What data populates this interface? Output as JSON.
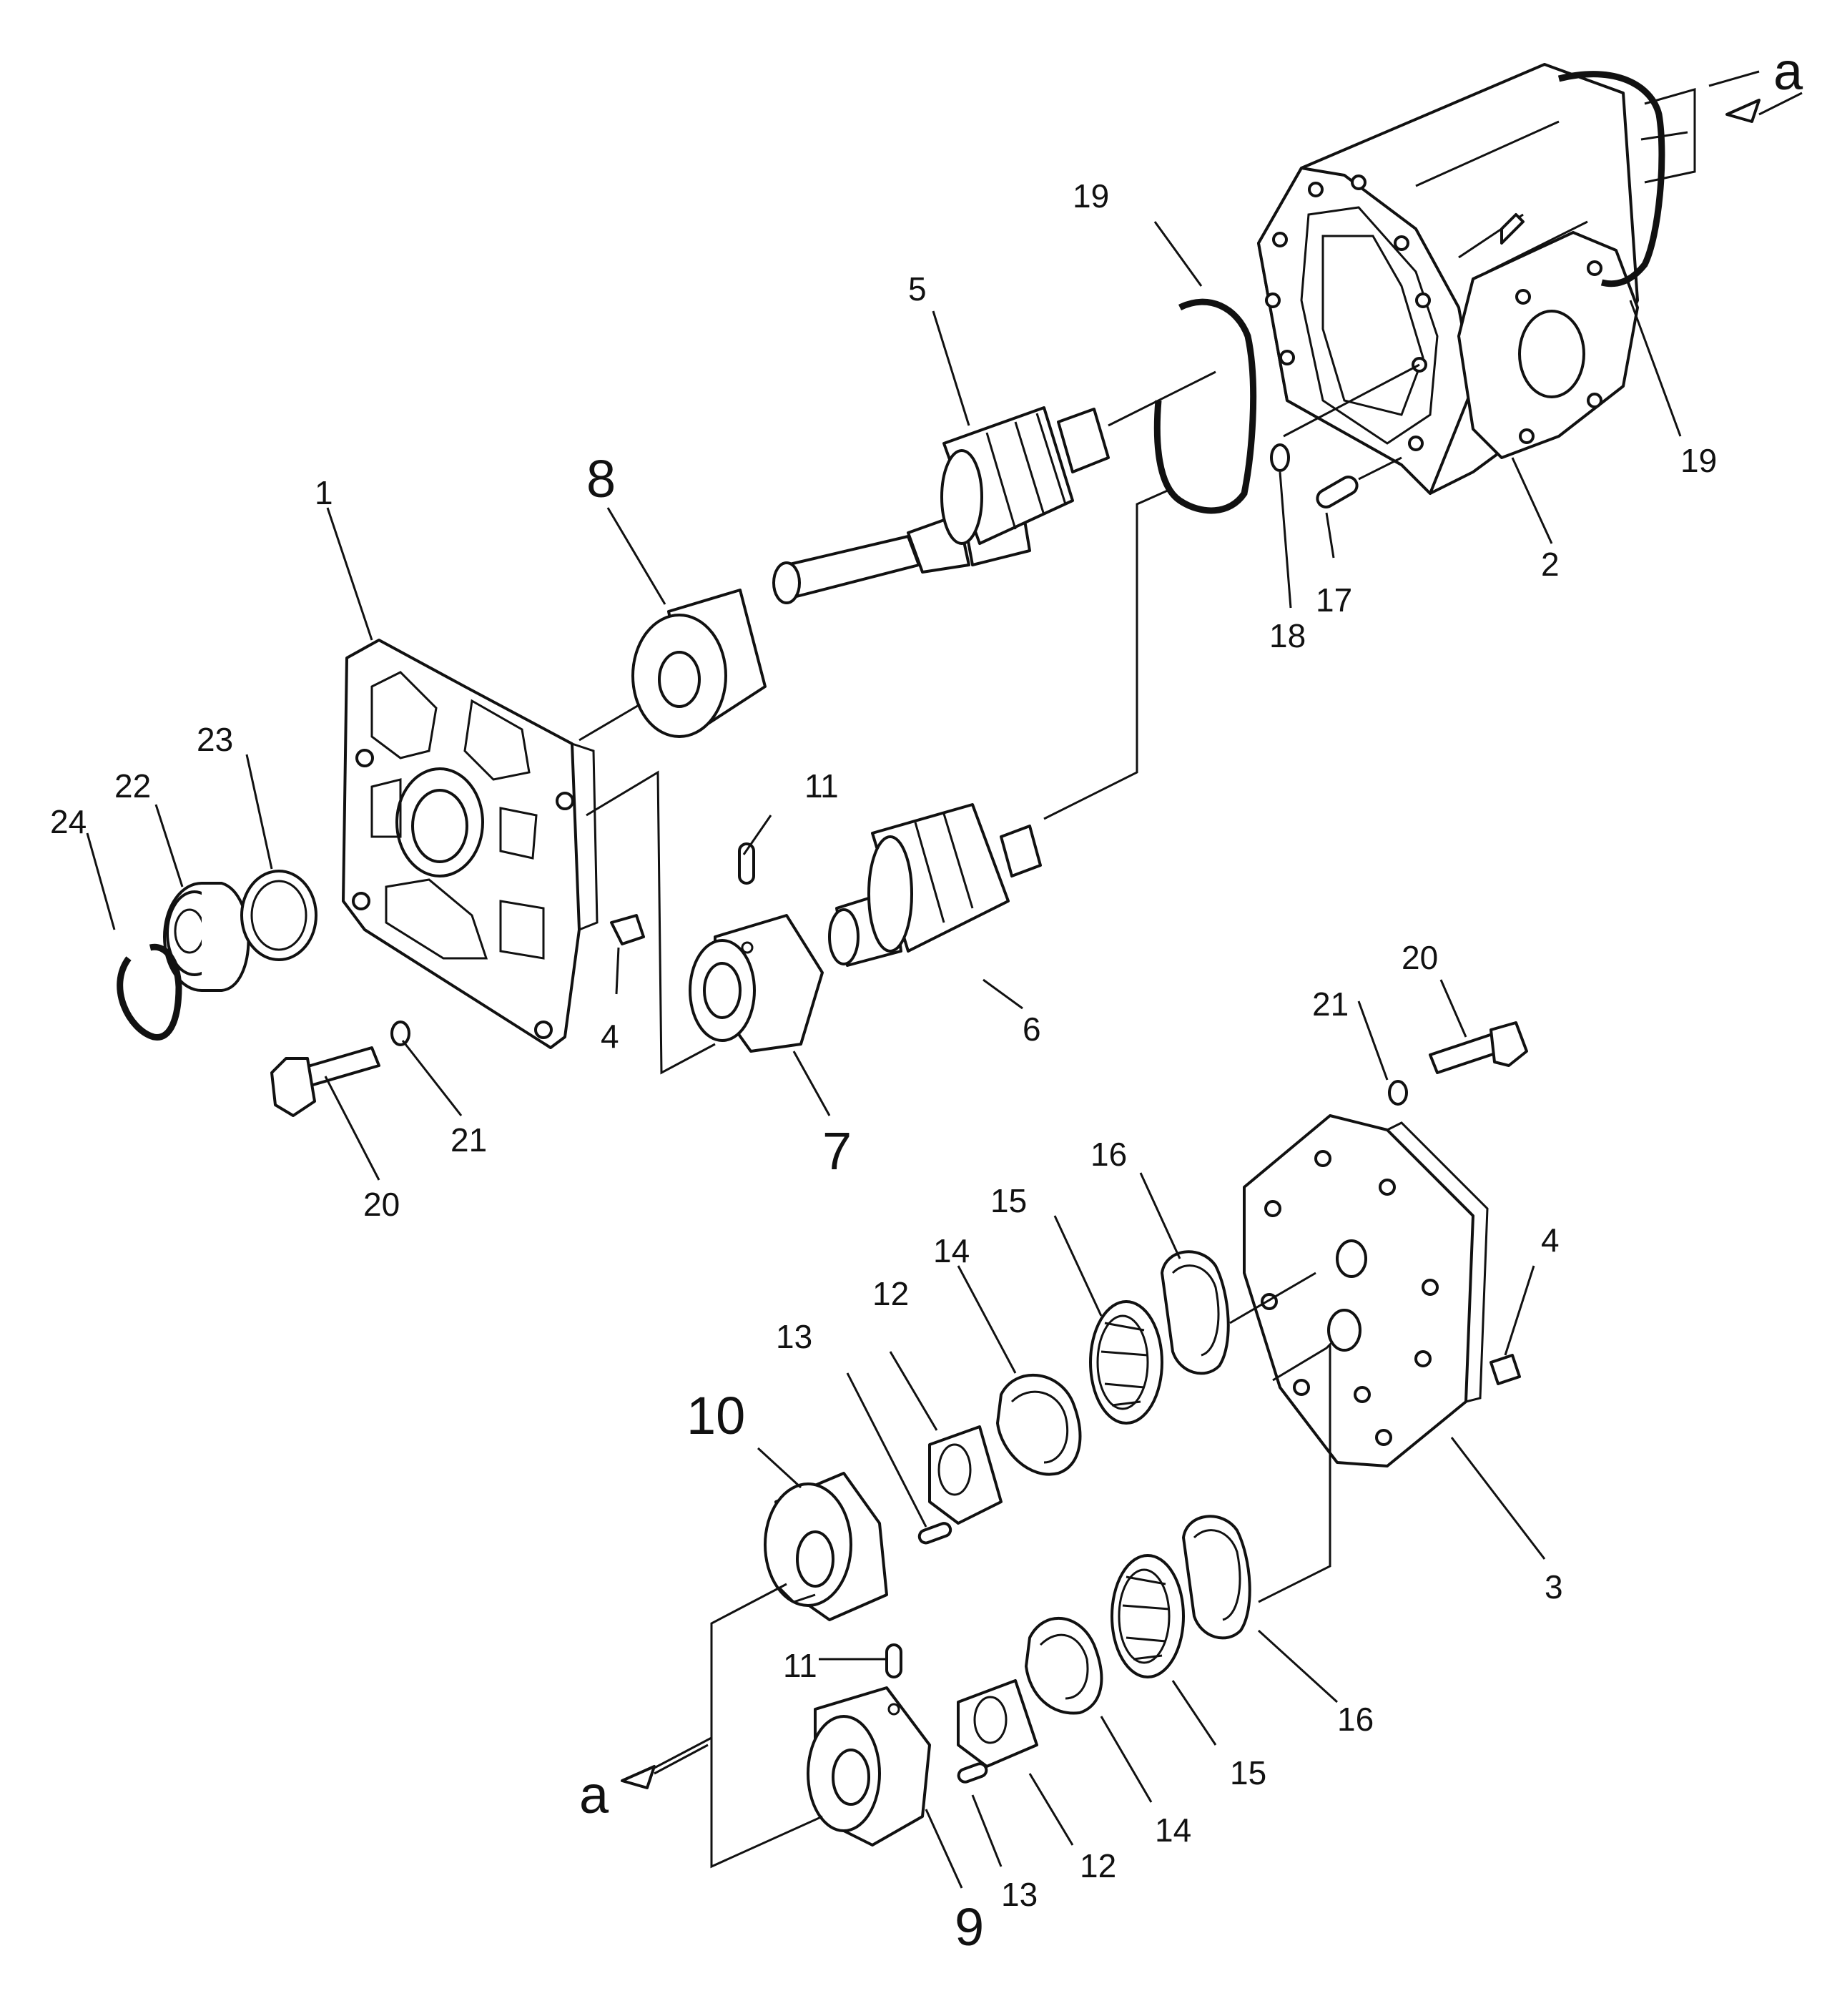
{
  "callouts": {
    "c1": "1",
    "c2": "2",
    "c3": "3",
    "c4a": "4",
    "c4b": "4",
    "c5": "5",
    "c6": "6",
    "c7": "7",
    "c8": "8",
    "c9": "9",
    "c10": "10",
    "c11a": "11",
    "c11b": "11",
    "c12a": "12",
    "c12b": "12",
    "c13a": "13",
    "c13b": "13",
    "c14a": "14",
    "c14b": "14",
    "c15a": "15",
    "c15b": "15",
    "c16a": "16",
    "c16b": "16",
    "c17": "17",
    "c18": "18",
    "c19a": "19",
    "c19b": "19",
    "c20a": "20",
    "c20b": "20",
    "c21a": "21",
    "c21b": "21",
    "c22": "22",
    "c23": "23",
    "c24": "24"
  },
  "connection_marker": {
    "top": "a",
    "bottom": "a"
  },
  "colors": {
    "ink": "#111111",
    "paper": "#ffffff"
  }
}
